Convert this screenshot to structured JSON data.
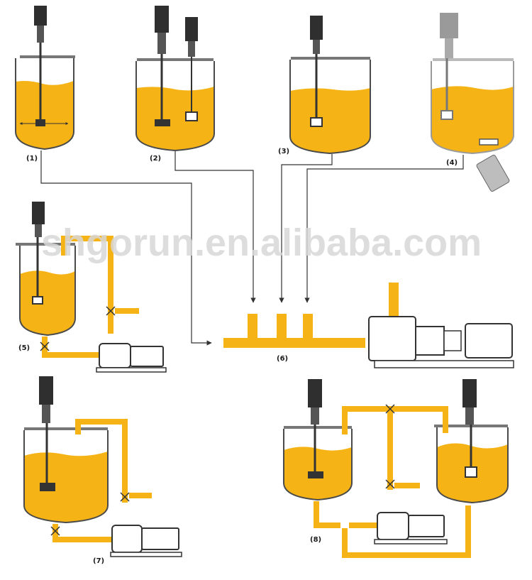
{
  "diagram": {
    "labels": {
      "l1": "(1)",
      "l2": "(2)",
      "l3": "(3)",
      "l4": "(4)",
      "l5": "(5)",
      "l6": "(6)",
      "l7": "(7)",
      "l8": "(8)"
    },
    "watermark": "shgorun.en.alibaba.com"
  },
  "colors": {
    "liquid": "#F5B316",
    "pipe": "#F5B316",
    "outline": "#4a4a4a",
    "motor": "#2f2f2f",
    "line": "#333333"
  },
  "icons": {
    "mixer": "agitator-motor-icon",
    "pump": "centrifugal-pump-icon",
    "valve": "valve-icon"
  }
}
